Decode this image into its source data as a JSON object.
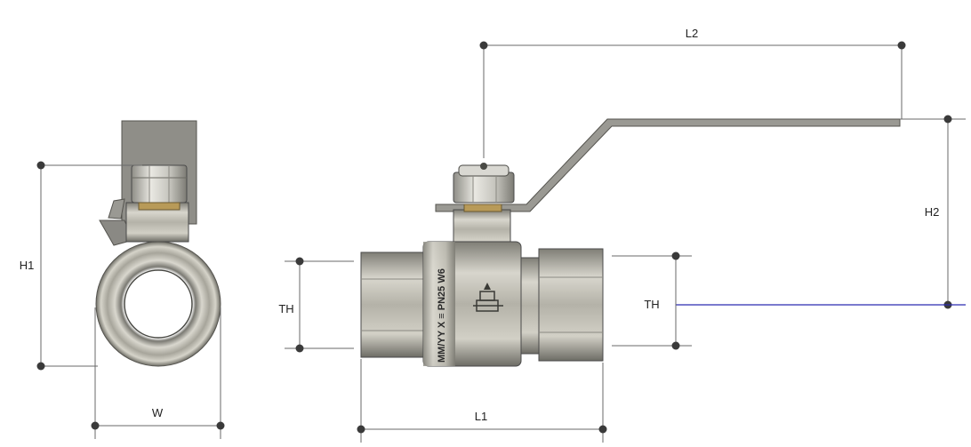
{
  "labels": {
    "L2": "L2",
    "H1": "H1",
    "H2": "H2",
    "TH_left": "TH",
    "TH_right": "TH",
    "W": "W",
    "L1": "L1"
  },
  "body_markings": "MM/YY X  ≡  PN25  W6",
  "colors": {
    "metal_light": "#d4d2c9",
    "metal_mid": "#a9a79d",
    "metal_dark": "#6f6e66",
    "handle": "#8d8c86",
    "brass": "#c49a4c",
    "centerline": "#2b2bb0",
    "dimension": "#6a6a6a"
  }
}
